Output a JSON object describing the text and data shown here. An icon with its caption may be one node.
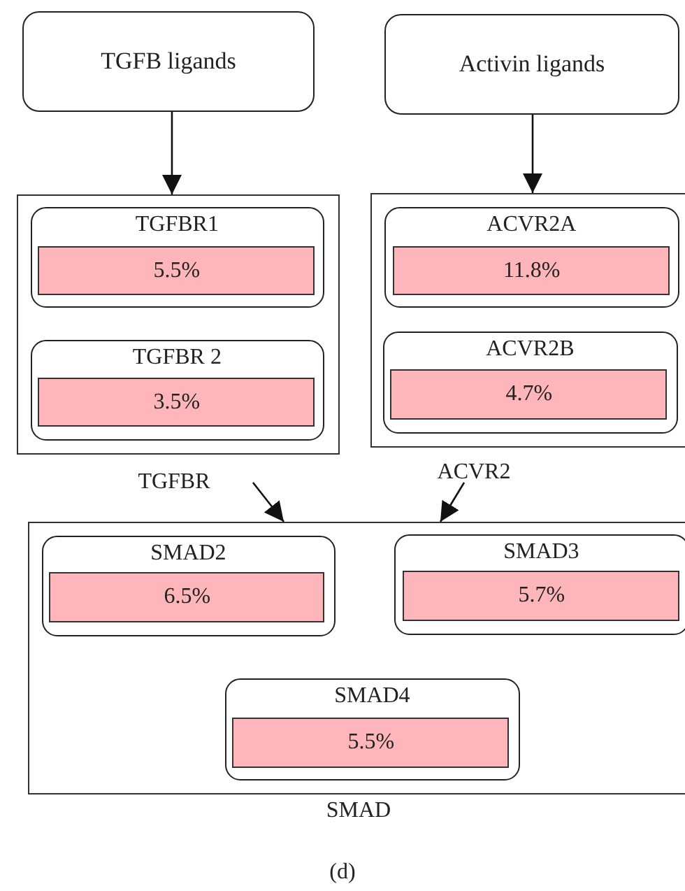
{
  "diagram": {
    "caption": "(d)",
    "nodes": [
      {
        "text": [
          "TGFB ligands"
        ]
      },
      {
        "text": [
          "Activin ligands"
        ]
      },
      {
        "text": [
          "TGFBR"
        ]
      },
      {
        "text": [
          "TGFBR1"
        ],
        "in": 2
      },
      {
        "text": [
          "5.5%"
        ],
        "in": 3
      },
      {
        "text": [
          "TGFBR 2"
        ],
        "in": 2
      },
      {
        "text": [
          "3.5%"
        ],
        "in": 5
      },
      {
        "text": [
          "ACVR2"
        ]
      },
      {
        "text": [
          "ACVR2A"
        ],
        "in": 7
      },
      {
        "text": [
          "11.8%"
        ],
        "in": 8
      },
      {
        "text": [
          "ACVR2B"
        ],
        "in": 7
      },
      {
        "text": [
          "4.7%"
        ],
        "in": 10
      },
      {
        "text": [
          "SMAD"
        ]
      },
      {
        "text": [
          "SMAD2"
        ],
        "in": 12
      },
      {
        "text": [
          "6.5%"
        ],
        "in": 13
      },
      {
        "text": [
          "SMAD3"
        ],
        "in": 12
      },
      {
        "text": [
          "5.7%"
        ],
        "in": 15
      },
      {
        "text": [
          "SMAD4"
        ],
        "in": 12
      },
      {
        "text": [
          "5.5%"
        ],
        "in": 17
      }
    ],
    "edges": [
      {
        "from": 0,
        "to": 2,
        "arrow": "to"
      },
      {
        "from": 1,
        "to": 7,
        "arrow": "to"
      },
      {
        "from": 2,
        "to": 12,
        "arrow": "to"
      },
      {
        "from": 7,
        "to": 12,
        "arrow": "to"
      }
    ]
  }
}
